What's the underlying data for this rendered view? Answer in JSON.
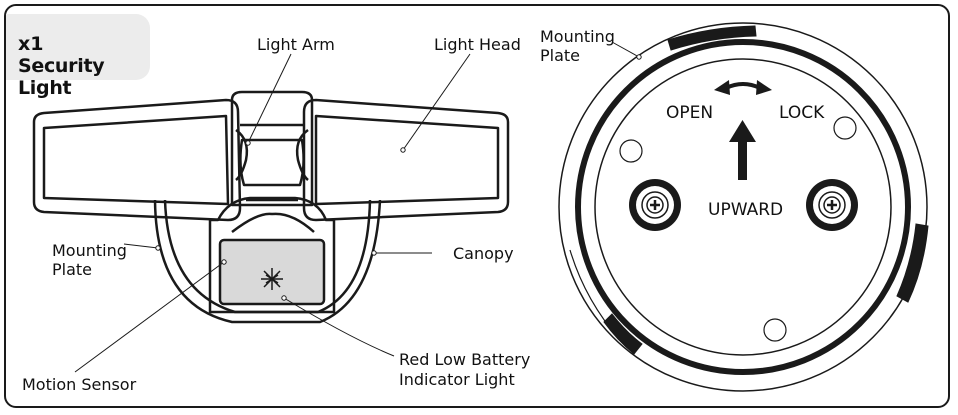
{
  "title": {
    "count": "x1",
    "name": "Security Light"
  },
  "left_view": {
    "labels": {
      "light_arm": "Light Arm",
      "light_head": "Light Head",
      "mounting_plate_line1": "Mounting",
      "mounting_plate_line2": "Plate",
      "canopy": "Canopy",
      "motion_sensor": "Motion Sensor",
      "red_low_battery_line1": "Red Low Battery",
      "red_low_battery_line2": "Indicator Light"
    }
  },
  "right_view": {
    "labels": {
      "mounting_plate_line1": "Mounting",
      "mounting_plate_line2": "Plate",
      "open": "OPEN",
      "lock": "LOCK",
      "upward": "UPWARD"
    }
  },
  "colors": {
    "line": "#1a1a1a",
    "badge_bg": "#ececec",
    "sensor_fill": "#d9d9d9"
  }
}
